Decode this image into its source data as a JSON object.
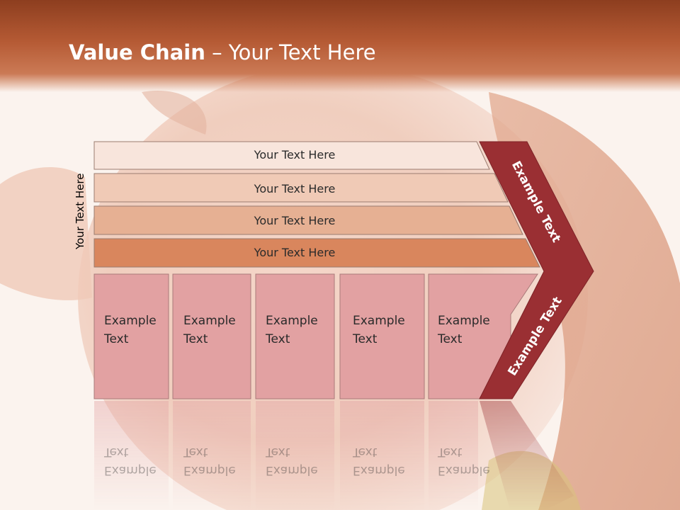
{
  "slide": {
    "title_bold": "Value Chain",
    "title_rest": " – Your Text Here"
  },
  "side_label": "Your Text Here",
  "bands": [
    {
      "label": "Your Text Here"
    },
    {
      "label": "Your Text Here"
    },
    {
      "label": "Your Text Here"
    },
    {
      "label": "Your Text Here"
    }
  ],
  "columns": [
    {
      "label": "Example\nText"
    },
    {
      "label": "Example\nText"
    },
    {
      "label": "Example\nText"
    },
    {
      "label": "Example\nText"
    },
    {
      "label": "Example\nText"
    }
  ],
  "chevron": {
    "upper_label": "Example Text",
    "lower_label": "Example Text"
  },
  "colors": {
    "band_1": "#f8e5dc",
    "band_2": "#f0cab6",
    "band_3": "#e6b093",
    "band_4": "#d9865d",
    "column": "#e2a1a2",
    "chevron": "#9a2f33"
  }
}
